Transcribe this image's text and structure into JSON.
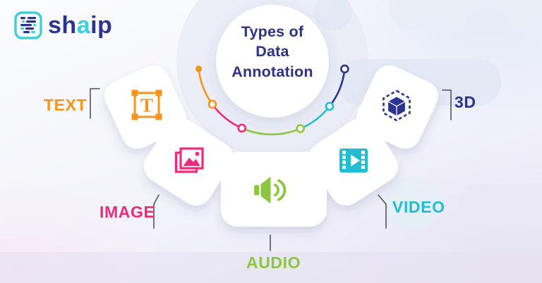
{
  "logo": {
    "brand_part1": "sh",
    "brand_part2": "a",
    "brand_part3": "ip",
    "navy": "#2B3390",
    "teal": "#3FCFD8",
    "icon": "shaip-annotation-lines-icon"
  },
  "title": {
    "lines": [
      "Types of",
      "Data",
      "Annotation"
    ],
    "color": "#2D3282"
  },
  "categories": [
    {
      "label": "TEXT",
      "color": "#F7941E",
      "icon": "text-annotation-icon"
    },
    {
      "label": "IMAGE",
      "color": "#EE2A7B",
      "icon": "image-annotation-icon"
    },
    {
      "label": "AUDIO",
      "color": "#8DC63F",
      "icon": "audio-speaker-icon"
    },
    {
      "label": "VIDEO",
      "color": "#22BDD4",
      "icon": "video-filmstrip-icon"
    },
    {
      "label": "3D",
      "color": "#2B3390",
      "icon": "3d-cube-icon"
    }
  ],
  "connector_color": "#51525E"
}
